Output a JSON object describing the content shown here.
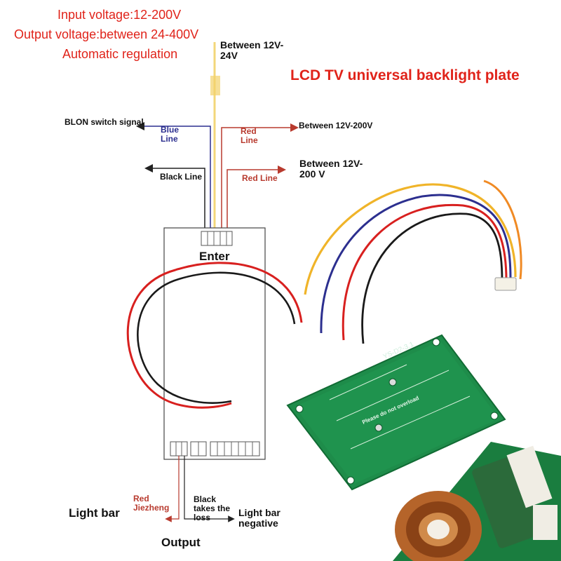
{
  "specs": {
    "input_voltage": "Input voltage:12-200V",
    "output_voltage": "Output voltage:between 24-400V",
    "regulation": "Automatic regulation"
  },
  "title": "LCD TV universal backlight plate",
  "labels": {
    "between_12v_24v": "Between 12V-24V",
    "blon_switch_signal": "BLON switch signal",
    "blue_line": "Blue Line",
    "red_line_upper": "Red Line",
    "between_12v_200v_upper": "Between 12V-200V",
    "black_line": "Black Line",
    "red_line_lower": "Red Line",
    "between_12v_200v_lower": "Between 12V-200 V",
    "enter": "Enter",
    "red_jiezheng": "Red Jiezheng",
    "black_takes_loss": "Black takes the loss",
    "light_bar": "Light bar",
    "light_bar_negative": "Light bar negative",
    "output": "Output"
  },
  "board": {
    "silkscreen": "YS-D2-3.1",
    "notice": "Please do not overload"
  },
  "colors": {
    "accent_red": "#e0231a",
    "wire_red": "#d8201f",
    "wire_black": "#1a1a1a",
    "wire_blue": "#2c2f8f",
    "wire_yellow": "#f0b429",
    "wire_orange": "#f08a24",
    "pcb_green": "#1e8c4a"
  }
}
